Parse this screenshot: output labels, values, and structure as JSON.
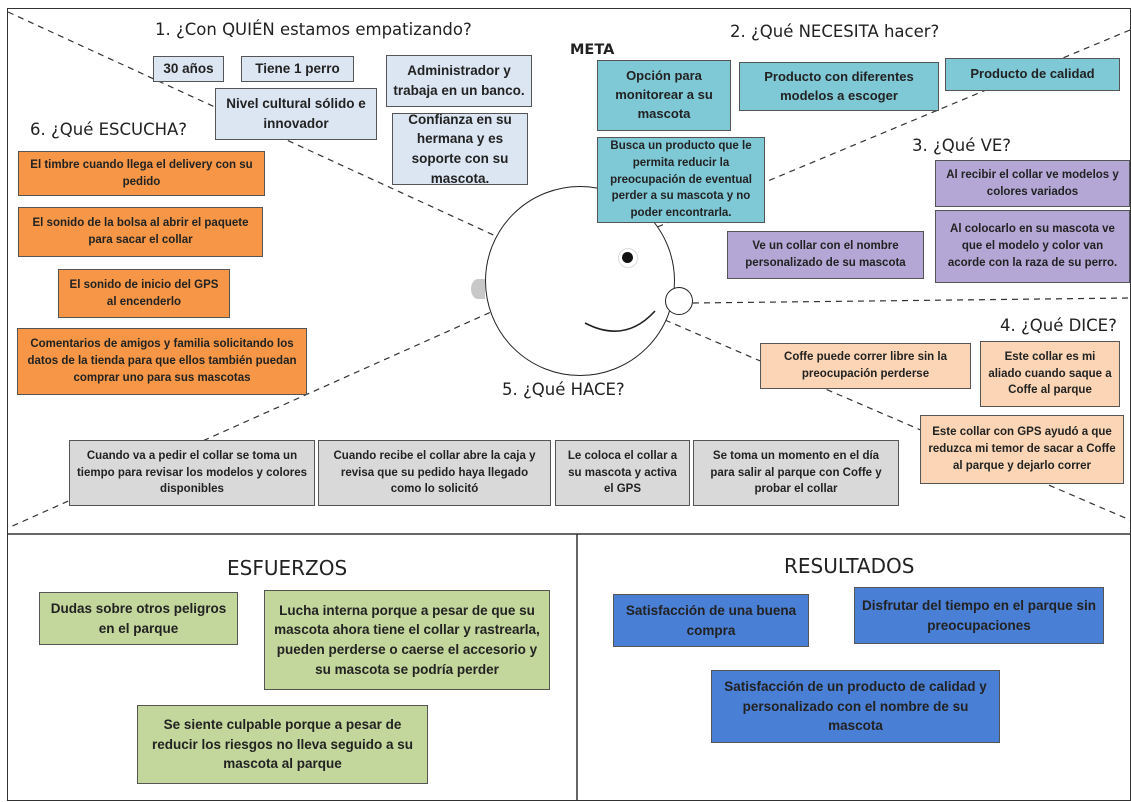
{
  "sections": {
    "who": "1.  ¿Con QUIÉN estamos empatizando?",
    "need": "2. ¿Qué NECESITA hacer?",
    "see": "3. ¿Qué VE?",
    "say": "4. ¿Qué DICE?",
    "do": "5. ¿Qué HACE?",
    "hear": "6. ¿Qué ESCUCHA?"
  },
  "meta_label": "META",
  "who_cards": [
    "30 años",
    "Tiene 1 perro",
    "Administrador y trabaja en un banco.",
    "Nivel cultural sólido e innovador",
    "Confianza en su hermana y es soporte con su mascota."
  ],
  "need_cards": [
    "Opción para monitorear a su mascota",
    "Producto con diferentes modelos a escoger",
    "Producto de calidad",
    "Busca un producto que le permita reducir la preocupación de eventual perder a su mascota y no poder encontrarla."
  ],
  "see_cards": [
    "Al recibir el collar ve modelos y colores variados",
    "Al colocarlo en su mascota ve que el modelo y color van acorde con la raza de su perro.",
    "Ve un collar con el nombre personalizado de su mascota"
  ],
  "hear_cards": [
    "El timbre cuando llega el delivery con su pedido",
    "El sonido de la bolsa al abrir el paquete para sacar el collar",
    "El sonido de inicio del GPS al encenderlo",
    "Comentarios de amigos y familia solicitando los datos de la tienda para que ellos también puedan comprar uno para sus mascotas"
  ],
  "say_cards": [
    "Coffe puede correr libre sin la preocupación perderse",
    "Este collar es mi aliado cuando saque a Coffe al parque",
    "Este collar con GPS ayudó a que reduzca mi temor de sacar a Coffe al parque y dejarlo correr"
  ],
  "do_cards": [
    "Cuando va a pedir el collar se toma un tiempo para revisar los modelos y colores disponibles",
    "Cuando recibe el collar abre la caja y revisa que su pedido haya llegado como lo solicitó",
    "Le coloca el collar a su mascota y activa el GPS",
    "Se toma un momento en el día para salir al parque con Coffe y probar el collar"
  ],
  "efforts": {
    "title": "ESFUERZOS",
    "cards": [
      "Dudas sobre otros peligros en el parque",
      "Lucha interna porque a pesar de que su mascota ahora tiene el collar y rastrearla, pueden perderse o caerse el accesorio y su mascota se podría perder",
      "Se siente culpable porque a pesar de reducir los riesgos no lleva seguido a su mascota al parque"
    ]
  },
  "results": {
    "title": "RESULTADOS",
    "cards": [
      "Satisfacción de una buena compra",
      "Disfrutar del tiempo en el parque sin preocupaciones",
      "Satisfacción de un producto de calidad y personalizado con el nombre de su mascota"
    ]
  },
  "colors": {
    "who": "#dce6f2",
    "need": "#7fc8d6",
    "see": "#b4a7d6",
    "hear": "#f79646",
    "say": "#fbd5b5",
    "do": "#d9d9d9",
    "efforts": "#c3d69b",
    "results": "#4a7fd6"
  }
}
